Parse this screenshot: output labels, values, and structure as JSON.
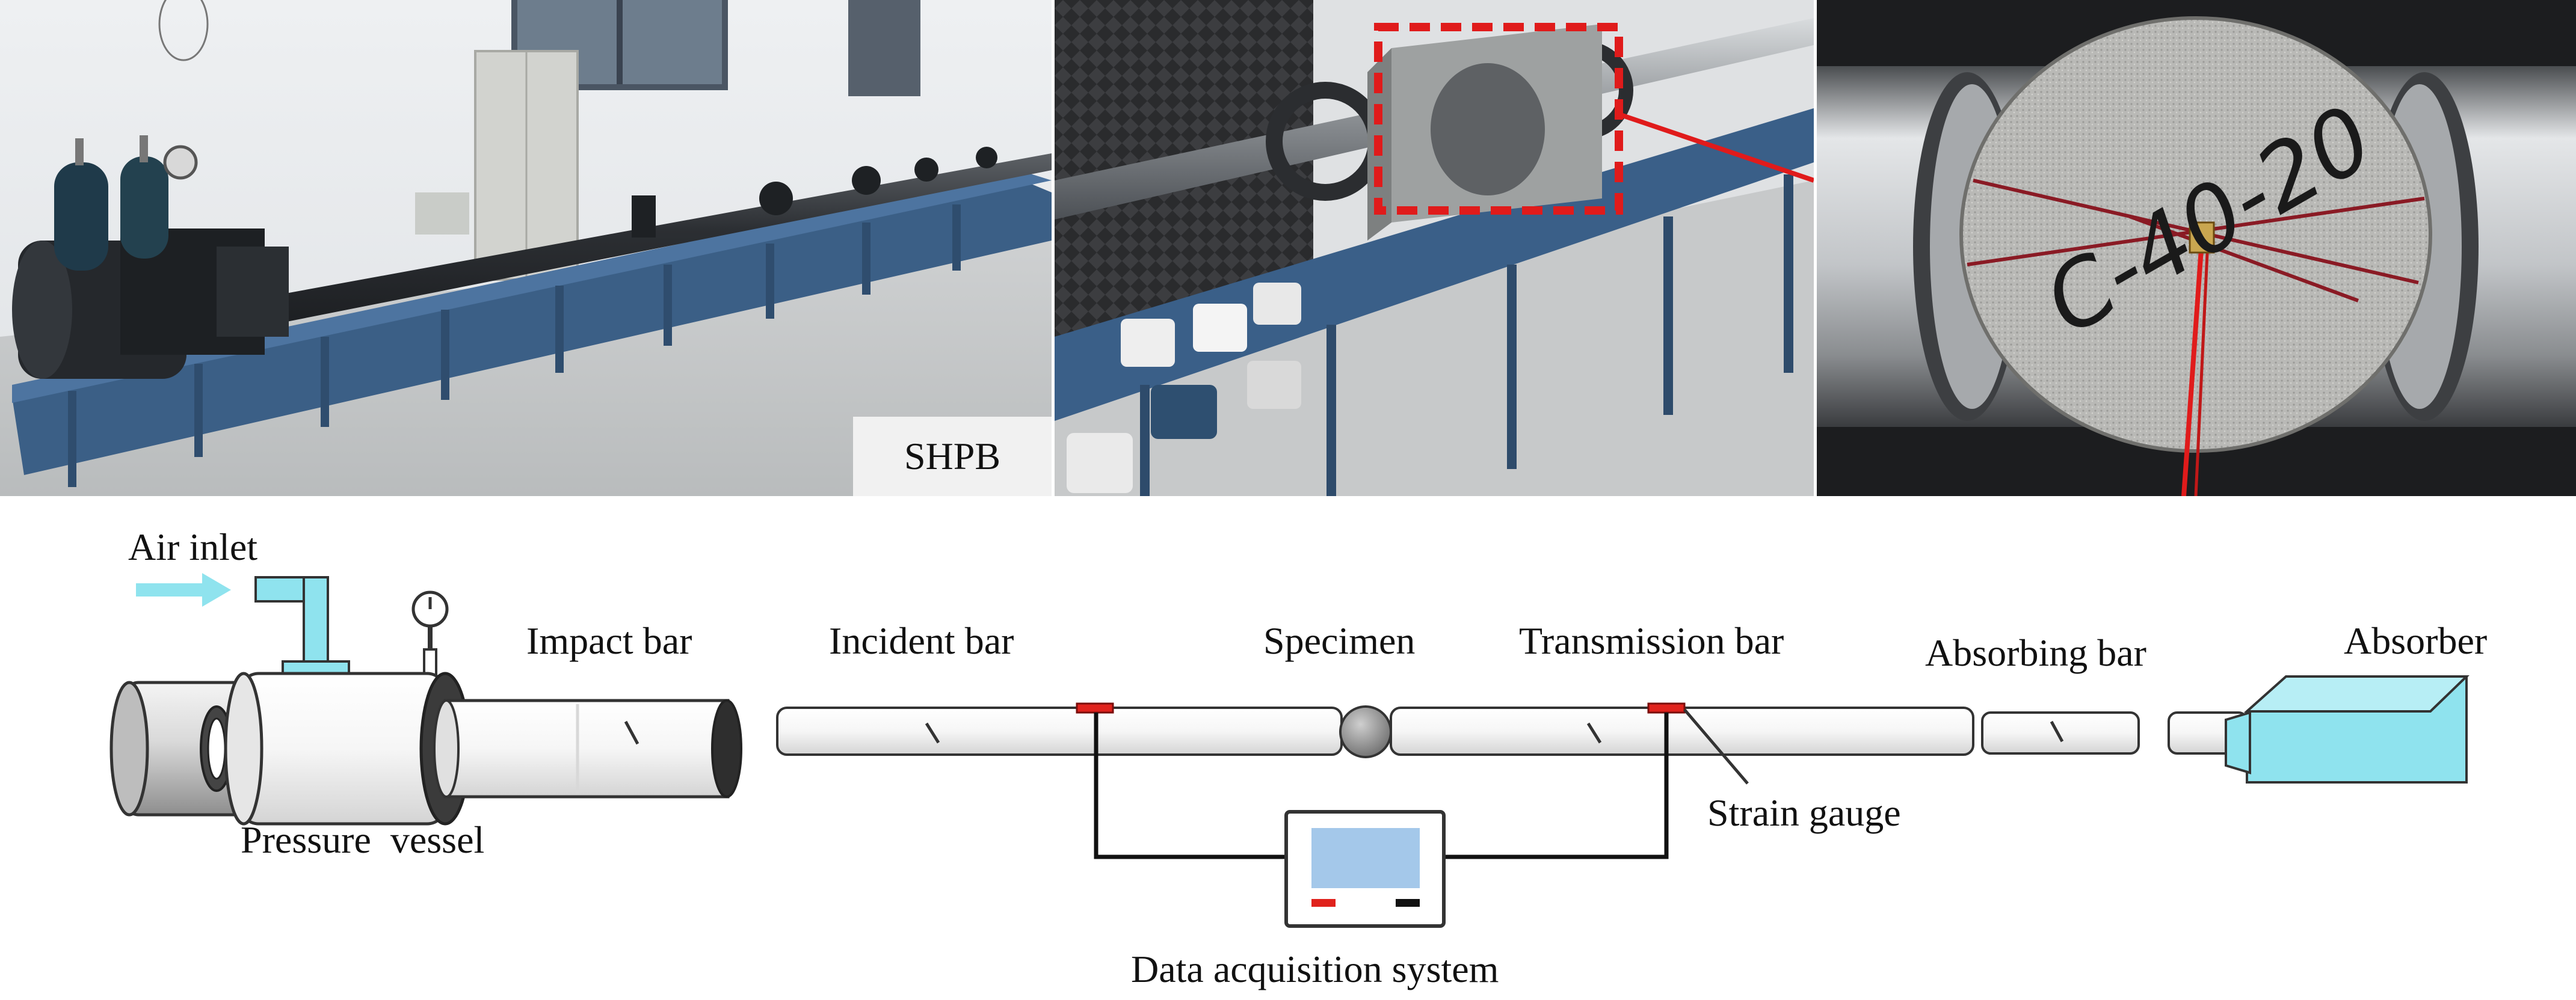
{
  "photos": {
    "lab_tag": "SHPB",
    "specimen_marking": "C-40-20"
  },
  "schematic": {
    "air_inlet": "Air inlet",
    "impact_bar": "Impact bar",
    "incident_bar": "Incident bar",
    "specimen": "Specimen",
    "transmission_bar": "Transmission bar",
    "absorbing_bar": "Absorbing bar",
    "absorber": "Absorber",
    "pressure_vessel": "Pressure  vessel",
    "strain_gauge": "Strain gauge",
    "data_acquisition": "Data acquisition system"
  },
  "colors": {
    "cyan": "#8fe3ee",
    "gauge_red": "#e0221c",
    "screen_blue": "#a4c8ea",
    "bench_blue": "#3b5f86",
    "highlight_red": "#e01b1b"
  }
}
